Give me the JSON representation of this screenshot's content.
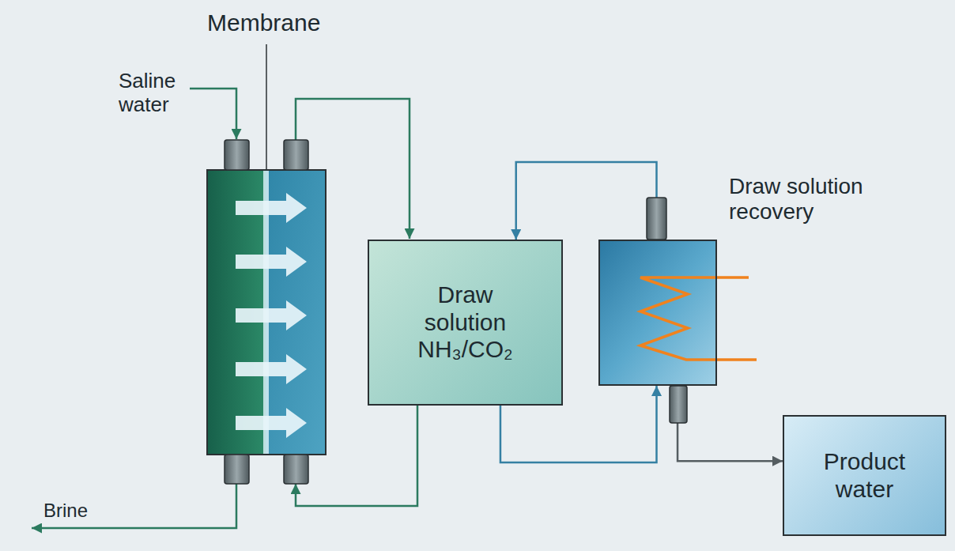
{
  "diagram": {
    "nodes": [
      {
        "text": [
          "Draw solution NH₃/CO₂"
        ]
      },
      {
        "text": [
          "Draw solution recovery"
        ]
      },
      {
        "text": [
          "Product water"
        ]
      }
    ],
    "edges": [
      {
        "from": 0,
        "to": 1,
        "arrow": "to"
      },
      {
        "from": 1,
        "to": 0,
        "arrow": "to"
      },
      {
        "from": 1,
        "to": 2,
        "arrow": "to"
      }
    ],
    "labels": [
      "Saline water",
      "Membrane",
      "Brine"
    ]
  }
}
